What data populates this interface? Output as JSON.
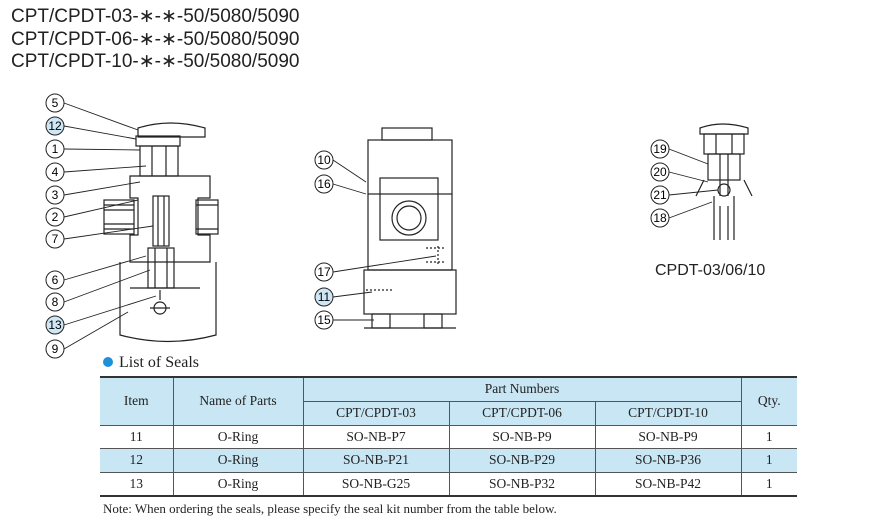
{
  "titles": [
    "CPT/CPDT-03-∗-∗-50/5080/5090",
    "CPT/CPDT-06-∗-∗-50/5080/5090",
    "CPT/CPDT-10-∗-∗-50/5080/5090"
  ],
  "callouts": {
    "left": [
      "5",
      "12",
      "1",
      "4",
      "3",
      "2",
      "7",
      "6",
      "8",
      "13",
      "9"
    ],
    "middle": [
      "10",
      "16",
      "17",
      "11",
      "15"
    ],
    "right": [
      "19",
      "20",
      "21",
      "18"
    ],
    "highlighted": [
      "12",
      "13",
      "11"
    ]
  },
  "detail_caption": "CPDT-03/06/10",
  "seals": {
    "heading": "List of Seals",
    "headers": {
      "item": "Item",
      "name": "Name of Parts",
      "part_numbers": "Part Numbers",
      "qty": "Qty.",
      "models": [
        "CPT/CPDT-03",
        "CPT/CPDT-06",
        "CPT/CPDT-10"
      ]
    },
    "rows": [
      {
        "item": "11",
        "name": "O-Ring",
        "p03": "SO-NB-P7",
        "p06": "SO-NB-P9",
        "p10": "SO-NB-P9",
        "qty": "1"
      },
      {
        "item": "12",
        "name": "O-Ring",
        "p03": "SO-NB-P21",
        "p06": "SO-NB-P29",
        "p10": "SO-NB-P36",
        "qty": "1"
      },
      {
        "item": "13",
        "name": "O-Ring",
        "p03": "SO-NB-G25",
        "p06": "SO-NB-P32",
        "p10": "SO-NB-P42",
        "qty": "1"
      }
    ],
    "note": "Note: When ordering the seals, please specify the seal kit number from the table below."
  },
  "colors": {
    "accent": "#1e90d8",
    "table_header_fill": "#c9e6f4",
    "highlight_callout_fill": "#cfe6f4",
    "line": "#222222"
  }
}
